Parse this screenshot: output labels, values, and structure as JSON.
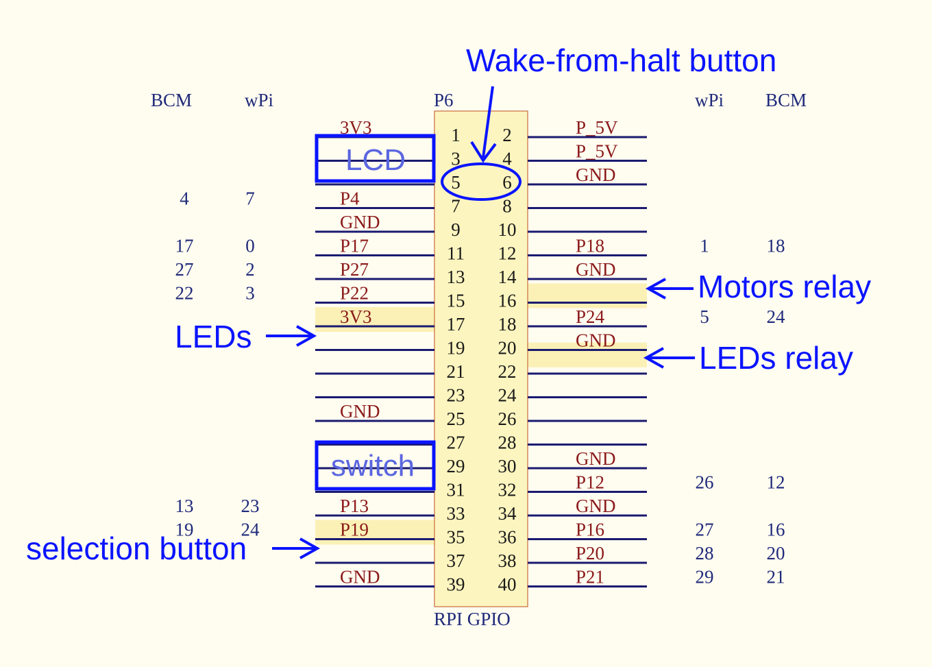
{
  "header": {
    "part_ref": "P6",
    "part_name": "RPI GPIO",
    "left_cols": [
      "BCM",
      "wPi"
    ],
    "right_cols": [
      "wPi",
      "BCM"
    ]
  },
  "colors": {
    "background": "#fffcf0",
    "header_fill": "#fdf5bf",
    "header_border": "#c86a3c",
    "wire": "#1a1a70",
    "net_label": "#8b1a1a",
    "pin_number": "#1a1a1a",
    "index_text": "#1f2a7a",
    "annotation": "#0a14ff",
    "highlight": "#fbf1b6"
  },
  "pins": [
    {
      "l": {
        "n": "1",
        "net": "3V3",
        "bcm": "",
        "wpi": ""
      },
      "r": {
        "n": "2",
        "net": "P_5V",
        "bcm": "",
        "wpi": ""
      }
    },
    {
      "l": {
        "n": "3",
        "net": "",
        "bcm": "",
        "wpi": ""
      },
      "r": {
        "n": "4",
        "net": "P_5V",
        "bcm": "",
        "wpi": ""
      }
    },
    {
      "l": {
        "n": "5",
        "net": "",
        "bcm": "",
        "wpi": ""
      },
      "r": {
        "n": "6",
        "net": "GND",
        "bcm": "",
        "wpi": ""
      }
    },
    {
      "l": {
        "n": "7",
        "net": "P4",
        "bcm": "4",
        "wpi": "7"
      },
      "r": {
        "n": "8",
        "net": "",
        "bcm": "",
        "wpi": ""
      }
    },
    {
      "l": {
        "n": "9",
        "net": "GND",
        "bcm": "",
        "wpi": ""
      },
      "r": {
        "n": "10",
        "net": "",
        "bcm": "",
        "wpi": ""
      }
    },
    {
      "l": {
        "n": "11",
        "net": "P17",
        "bcm": "17",
        "wpi": "0"
      },
      "r": {
        "n": "12",
        "net": "P18",
        "bcm": "18",
        "wpi": "1"
      }
    },
    {
      "l": {
        "n": "13",
        "net": "P27",
        "bcm": "27",
        "wpi": "2"
      },
      "r": {
        "n": "14",
        "net": "GND",
        "bcm": "",
        "wpi": ""
      }
    },
    {
      "l": {
        "n": "15",
        "net": "P22",
        "bcm": "22",
        "wpi": "3"
      },
      "r": {
        "n": "16",
        "net": "",
        "bcm": "",
        "wpi": ""
      }
    },
    {
      "l": {
        "n": "17",
        "net": "3V3",
        "bcm": "",
        "wpi": ""
      },
      "r": {
        "n": "18",
        "net": "P24",
        "bcm": "24",
        "wpi": "5"
      }
    },
    {
      "l": {
        "n": "19",
        "net": "",
        "bcm": "",
        "wpi": ""
      },
      "r": {
        "n": "20",
        "net": "GND",
        "bcm": "",
        "wpi": ""
      }
    },
    {
      "l": {
        "n": "21",
        "net": "",
        "bcm": "",
        "wpi": ""
      },
      "r": {
        "n": "22",
        "net": "",
        "bcm": "",
        "wpi": ""
      }
    },
    {
      "l": {
        "n": "23",
        "net": "",
        "bcm": "",
        "wpi": ""
      },
      "r": {
        "n": "24",
        "net": "",
        "bcm": "",
        "wpi": ""
      }
    },
    {
      "l": {
        "n": "25",
        "net": "GND",
        "bcm": "",
        "wpi": ""
      },
      "r": {
        "n": "26",
        "net": "",
        "bcm": "",
        "wpi": ""
      }
    },
    {
      "l": {
        "n": "27",
        "net": "",
        "bcm": "",
        "wpi": ""
      },
      "r": {
        "n": "28",
        "net": "",
        "bcm": "",
        "wpi": ""
      }
    },
    {
      "l": {
        "n": "29",
        "net": "",
        "bcm": "",
        "wpi": ""
      },
      "r": {
        "n": "30",
        "net": "GND",
        "bcm": "",
        "wpi": ""
      }
    },
    {
      "l": {
        "n": "31",
        "net": "",
        "bcm": "",
        "wpi": ""
      },
      "r": {
        "n": "32",
        "net": "P12",
        "bcm": "12",
        "wpi": "26"
      }
    },
    {
      "l": {
        "n": "33",
        "net": "P13",
        "bcm": "13",
        "wpi": "23"
      },
      "r": {
        "n": "34",
        "net": "GND",
        "bcm": "",
        "wpi": ""
      }
    },
    {
      "l": {
        "n": "35",
        "net": "P19",
        "bcm": "19",
        "wpi": "24"
      },
      "r": {
        "n": "36",
        "net": "P16",
        "bcm": "16",
        "wpi": "27"
      }
    },
    {
      "l": {
        "n": "37",
        "net": "",
        "bcm": "",
        "wpi": ""
      },
      "r": {
        "n": "38",
        "net": "P20",
        "bcm": "20",
        "wpi": "28"
      }
    },
    {
      "l": {
        "n": "39",
        "net": "GND",
        "bcm": "",
        "wpi": ""
      },
      "r": {
        "n": "40",
        "net": "P21",
        "bcm": "21",
        "wpi": "29"
      }
    }
  ],
  "annotations": {
    "wake": "Wake-from-halt button",
    "lcd": "LCD",
    "switch": "switch",
    "leds": "LEDs",
    "selection": "selection button",
    "motors_relay": "Motors relay",
    "leds_relay": "LEDs relay"
  }
}
